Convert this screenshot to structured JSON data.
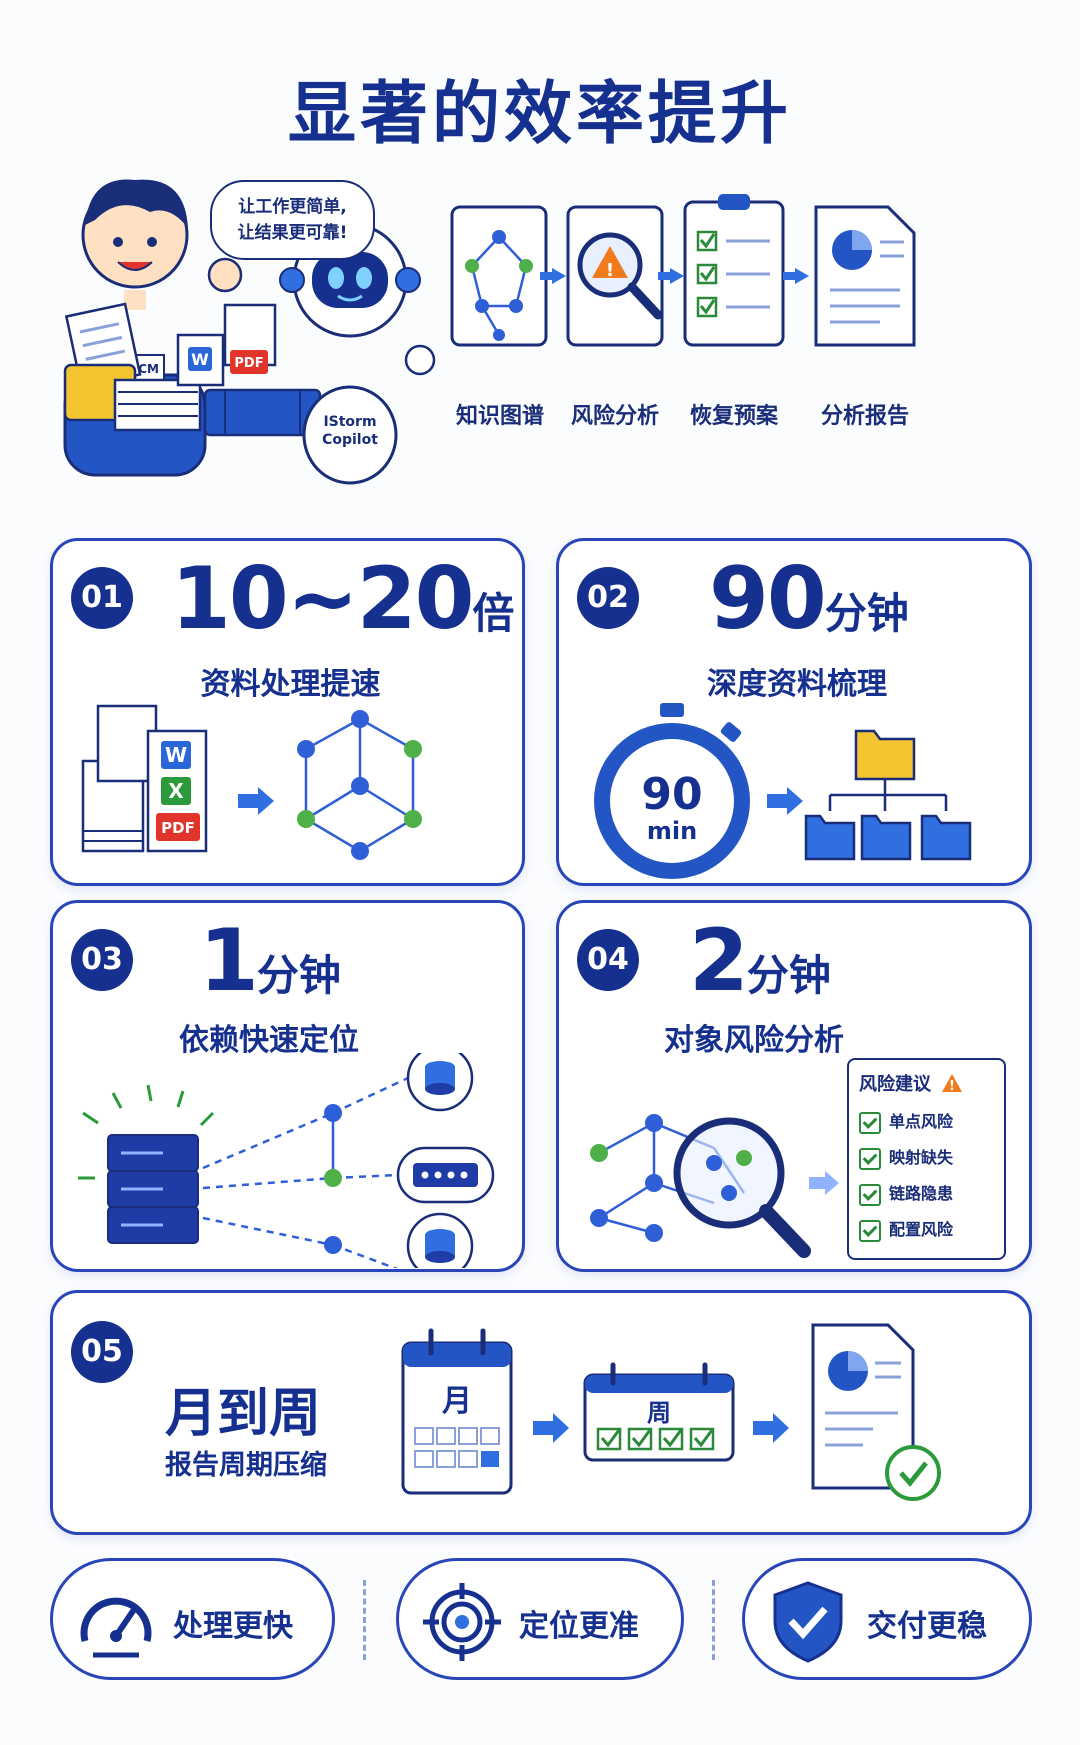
{
  "title": "显著的效率提升",
  "hero": {
    "speech": [
      "让工作更简单,",
      "让结果更可靠!"
    ],
    "badge_text": "BCM",
    "robot_label": [
      "IStorm",
      "Copilot"
    ],
    "doc_labels": {
      "word": "W",
      "pdf": "PDF"
    },
    "steps": [
      {
        "label": "知识图谱",
        "icon": "knowledge-graph-icon"
      },
      {
        "label": "风险分析",
        "icon": "risk-magnifier-icon"
      },
      {
        "label": "恢复预案",
        "icon": "checklist-icon"
      },
      {
        "label": "分析报告",
        "icon": "report-icon"
      }
    ]
  },
  "cards": [
    {
      "badge": "01",
      "num": "10~20",
      "unit": "倍",
      "sub": "资料处理提速",
      "doc_labels": {
        "word": "W",
        "excel": "X",
        "pdf": "PDF"
      }
    },
    {
      "badge": "02",
      "num": "90",
      "unit": "分钟",
      "sub": "深度资料梳理",
      "timer_num": "90",
      "timer_unit": "min"
    },
    {
      "badge": "03",
      "num": "1",
      "unit": "分钟",
      "sub": "依赖快速定位"
    },
    {
      "badge": "04",
      "num": "2",
      "unit": "分钟",
      "sub": "对象风险分析",
      "risk_title": "风险建议",
      "risk_items": [
        "单点风险",
        "映射缺失",
        "链路隐患",
        "配置风险"
      ]
    },
    {
      "badge": "05",
      "num": "月到周",
      "sub": "报告周期压缩",
      "cal_month": "月",
      "cal_week": "周"
    }
  ],
  "benefits": [
    {
      "label": "处理更快",
      "icon": "speedometer-icon"
    },
    {
      "label": "定位更准",
      "icon": "target-icon"
    },
    {
      "label": "交付更稳",
      "icon": "shield-check-icon"
    }
  ],
  "colors": {
    "primary": "#15308e",
    "accent": "#2f6fe0",
    "green": "#2a9a3a",
    "node_blue": "#2f5fd6",
    "node_green": "#4fb049",
    "red": "#e1352b",
    "yellow": "#f5c431"
  }
}
